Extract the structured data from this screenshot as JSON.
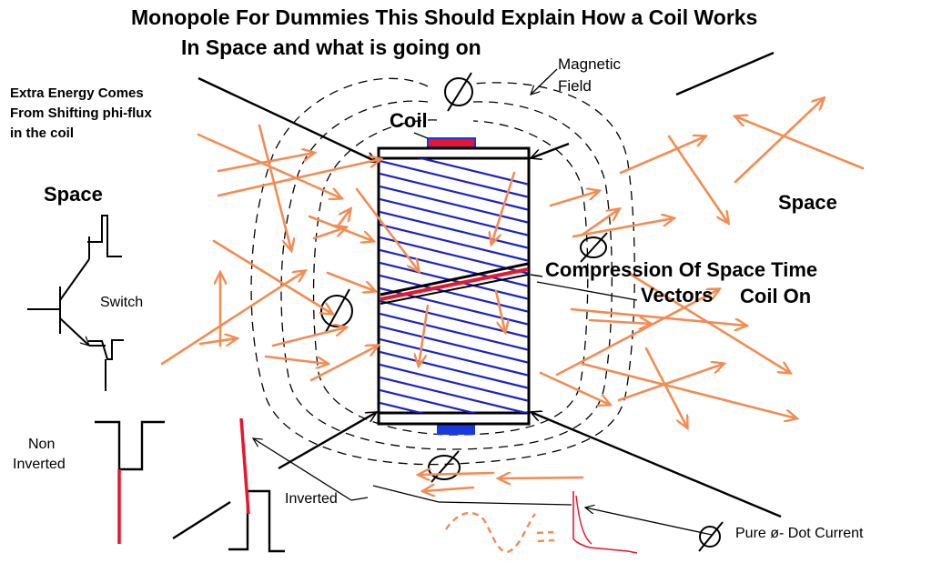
{
  "title": {
    "line1": "Monopole For Dummies This Should Explain How a Coil Works",
    "line2": "In Space and what is going on"
  },
  "labels": {
    "magnetic_field_1": "Magnetic",
    "magnetic_field_2": "Field",
    "extra_energy_1": "Extra Energy Comes",
    "extra_energy_2": "From Shifting phi-flux",
    "extra_energy_3": "in the coil",
    "coil": "Coil",
    "space_left": "Space",
    "space_right": "Space",
    "switch": "Switch",
    "compression": "Compression Of Space Time",
    "vectors": "Vectors",
    "coil_on": "Coil On",
    "non_inverted_1": "Non",
    "non_inverted_2": "Inverted",
    "inverted": "Inverted",
    "pure_dot_current": "Pure ø- Dot Current"
  },
  "colors": {
    "arrow": "#f28c52",
    "coil_winding": "#1c22c8",
    "pole_red": "#e8152d",
    "pole_blue": "#1838e0",
    "field_line": "#000000",
    "pulse_red": "#e8152d"
  },
  "icons": {
    "phi_symbol": "phi-circle-icon",
    "transistor": "transistor-switch-icon"
  }
}
